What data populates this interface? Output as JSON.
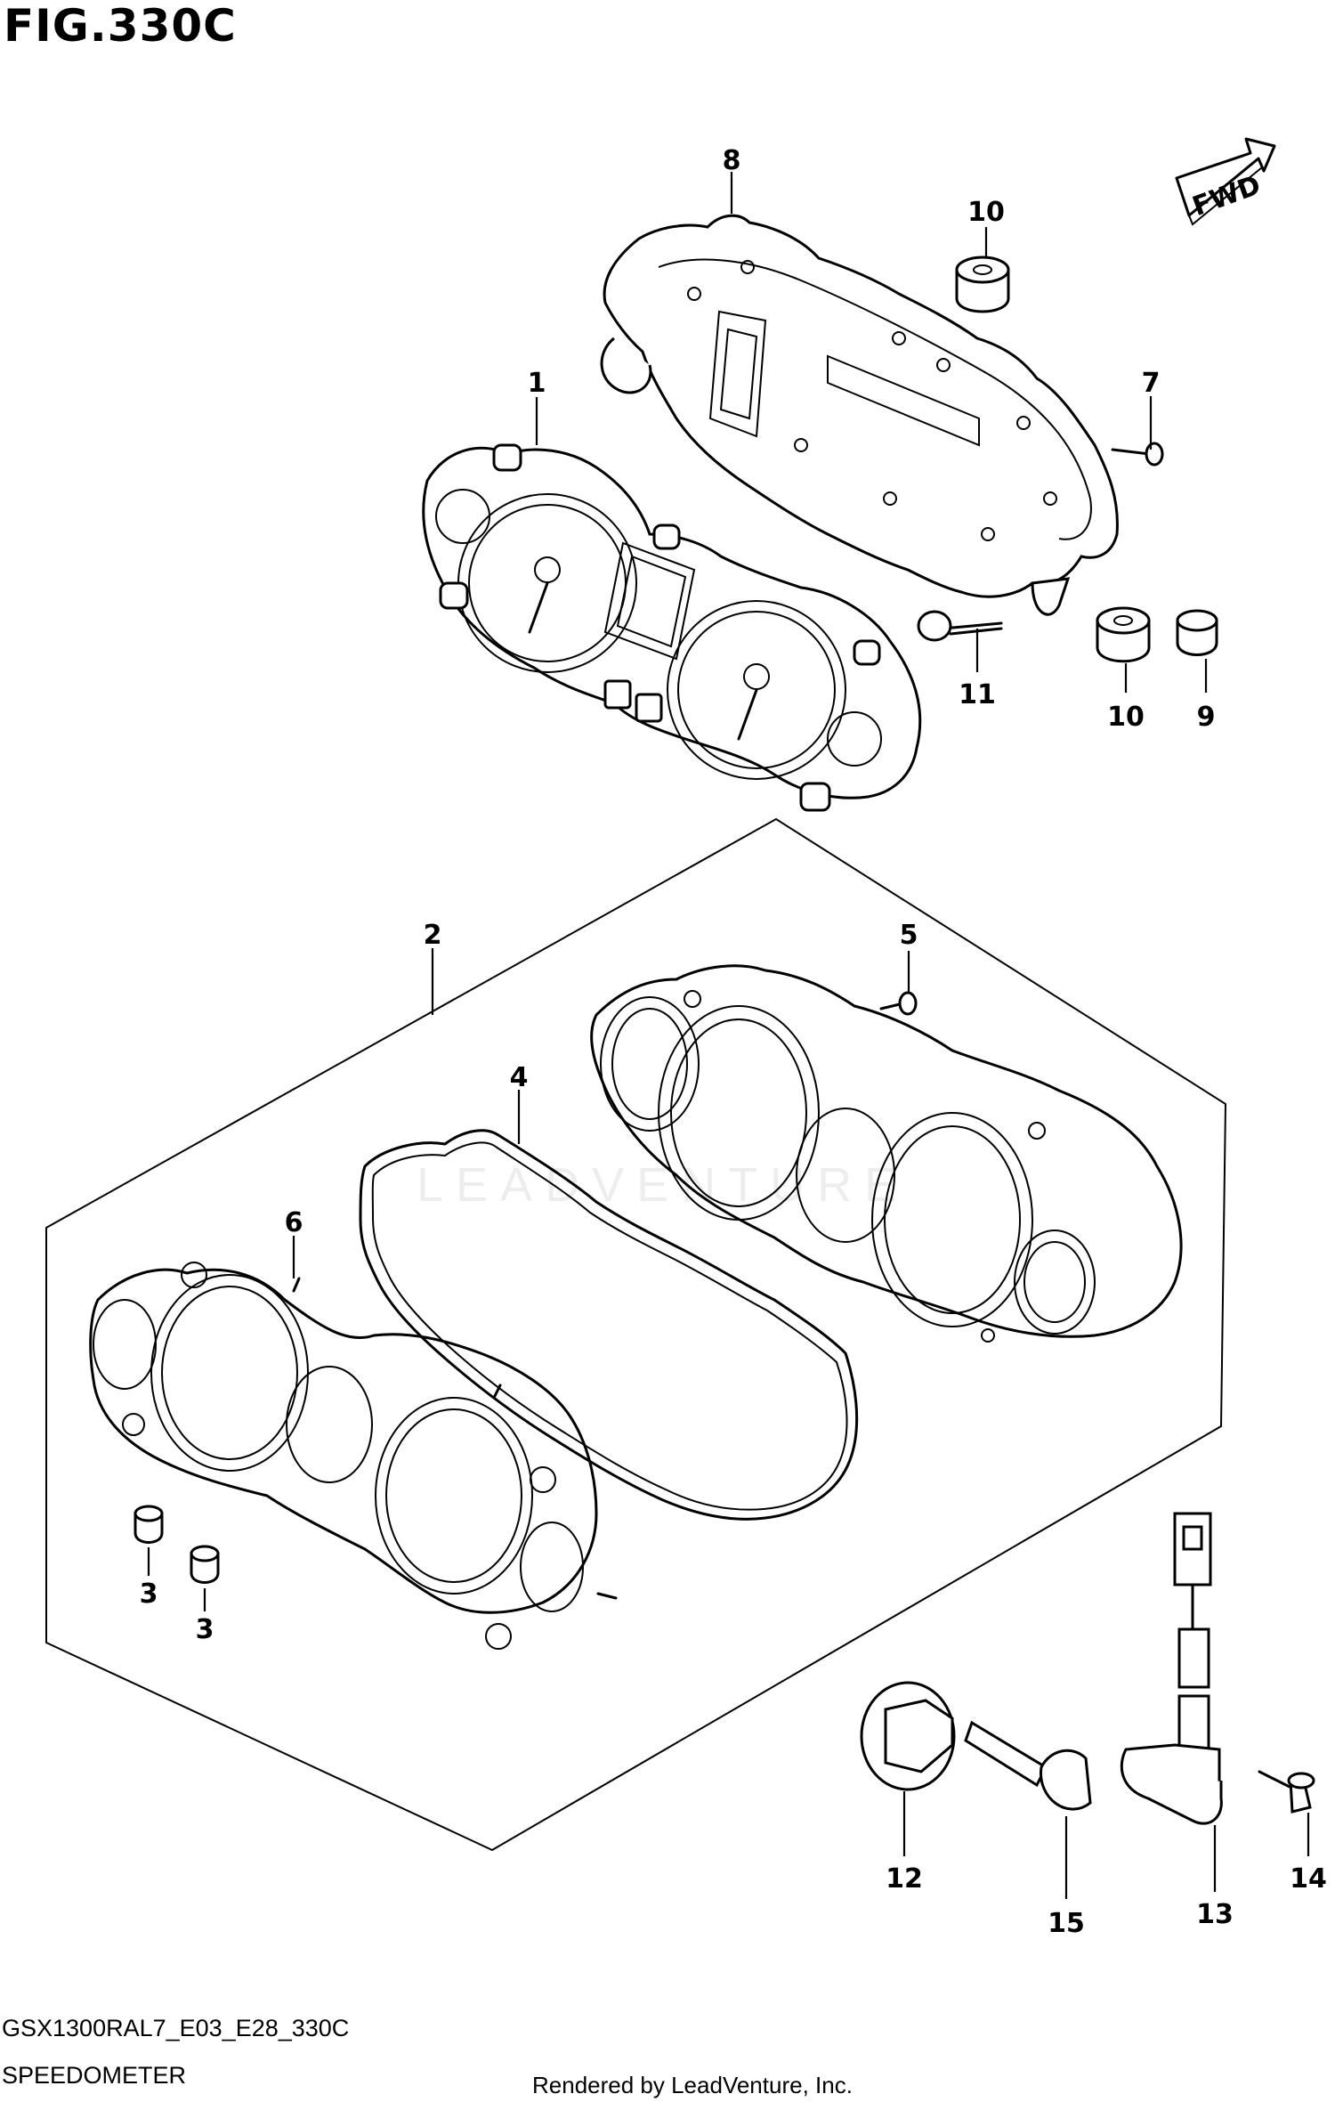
{
  "figure": {
    "title": "FIG.330C",
    "code": "GSX1300RAL7_E03_E28_330C",
    "name": "SPEEDOMETER",
    "credit": "Rendered by LeadVenture, Inc.",
    "watermark": "LEADVENTURE",
    "direction_label": "FWD"
  },
  "callouts": {
    "p1": "1",
    "p2": "2",
    "p3a": "3",
    "p3b": "3",
    "p4": "4",
    "p5": "5",
    "p6": "6",
    "p7": "7",
    "p8": "8",
    "p9": "9",
    "p10a": "10",
    "p10b": "10",
    "p11": "11",
    "p12": "12",
    "p13": "13",
    "p14": "14",
    "p15": "15"
  }
}
